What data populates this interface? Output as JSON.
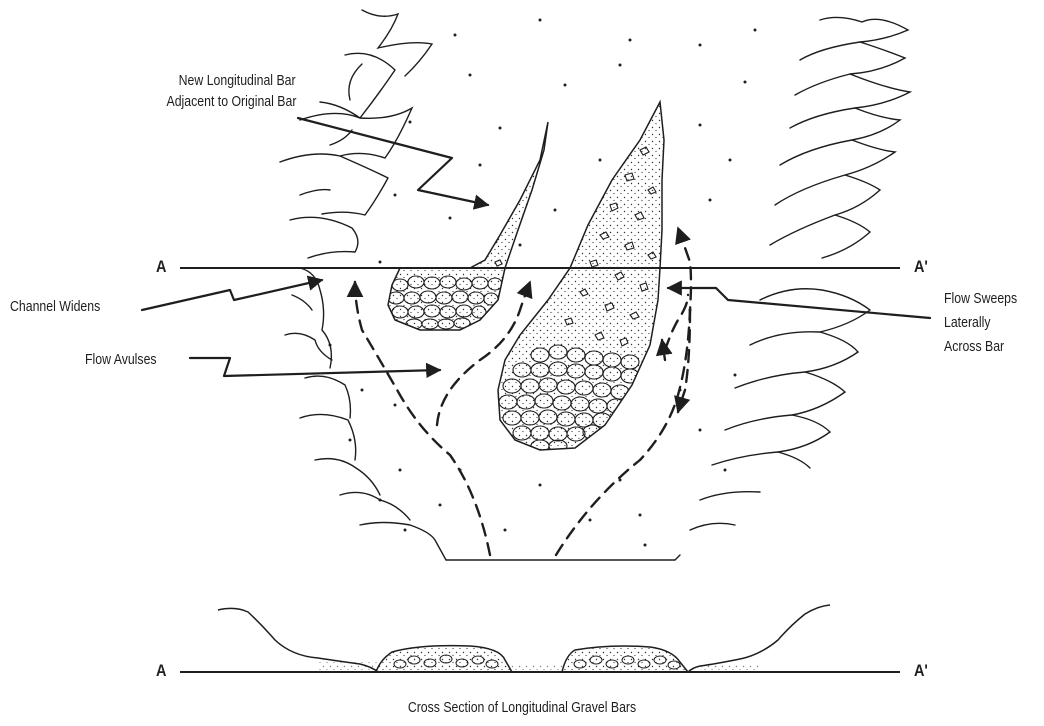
{
  "labels": {
    "new_bar_line1": "New Longitudinal Bar",
    "new_bar_line2": "Adjacent to Original Bar",
    "channel_widens": "Channel Widens",
    "flow_avulses": "Flow Avulses",
    "flow_sweeps_line1": "Flow Sweeps",
    "flow_sweeps_line2": "Laterally",
    "flow_sweeps_line3": "Across Bar",
    "section_a_left": "A",
    "section_a_right": "A'",
    "section_b_left": "A",
    "section_b_right": "A'",
    "caption": "Cross Section of Longitudinal Gravel Bars"
  },
  "colors": {
    "ink": "#1e1e1e",
    "background": "#ffffff"
  }
}
